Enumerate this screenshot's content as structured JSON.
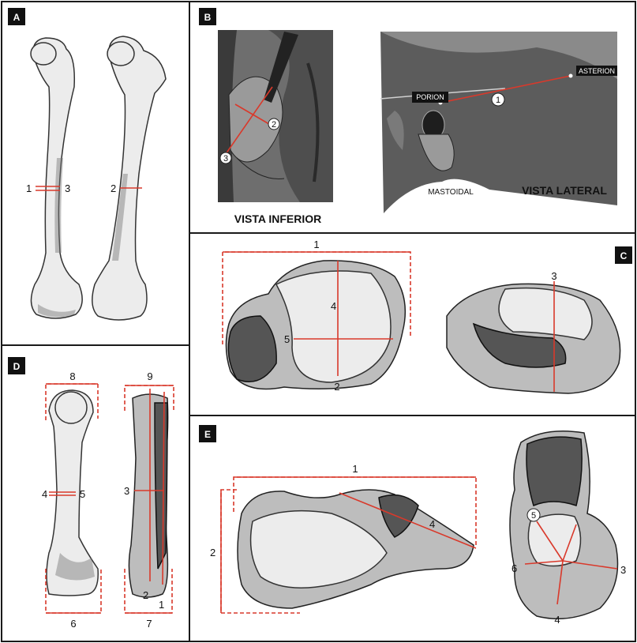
{
  "panels": {
    "A": {
      "badge": "A",
      "labels": [
        "1",
        "3",
        "2"
      ]
    },
    "B": {
      "badge": "B",
      "inferior_labels": [
        "2",
        "3"
      ],
      "inferior_caption": "VISTA INFERIOR",
      "lateral_tags": [
        "PORION",
        "ASTERION",
        "MASTOIDAL"
      ],
      "lateral_num": "1",
      "lateral_caption": "VISTA LATERAL"
    },
    "C": {
      "badge": "C",
      "labels": [
        "1",
        "4",
        "5",
        "2",
        "3"
      ]
    },
    "D": {
      "badge": "D",
      "labels": [
        "8",
        "9",
        "4",
        "5",
        "3",
        "2",
        "1",
        "6",
        "7"
      ]
    },
    "E": {
      "badge": "E",
      "labels": [
        "1",
        "4",
        "2"
      ],
      "right_labels": [
        "5",
        "6",
        "3",
        "4"
      ]
    }
  },
  "colors": {
    "measure": "#d9392b",
    "frame": "#1a1a1a",
    "badge": "#111111"
  }
}
